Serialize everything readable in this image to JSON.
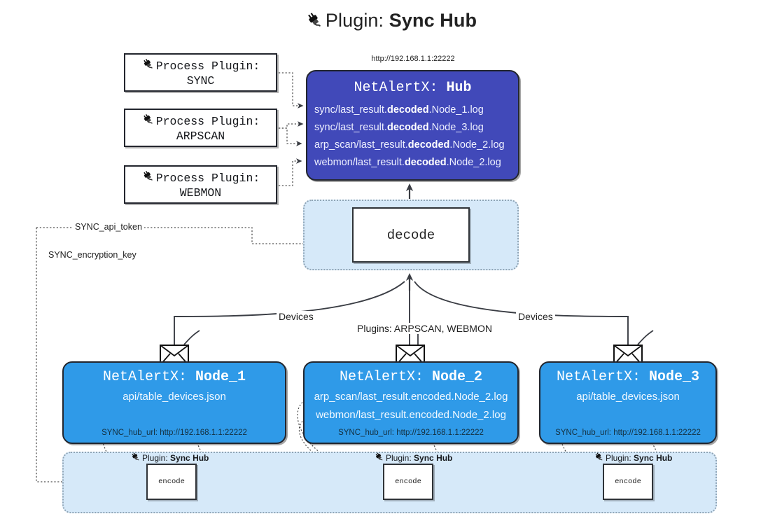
{
  "page": {
    "title_prefix": "Plugin:",
    "title_name": "Sync Hub",
    "plug_icon": "plug-icon"
  },
  "hub": {
    "url": "http://192.168.1.1:22222",
    "title_prefix": "NetAlertX:",
    "title_name": "Hub",
    "logs": [
      {
        "pre": "sync/last_result.",
        "em": "decoded",
        "post": ".Node_1.log"
      },
      {
        "pre": "sync/last_result.",
        "em": "decoded",
        "post": ".Node_3.log"
      },
      {
        "pre": "arp_scan/last_result.",
        "em": "decoded",
        "post": ".Node_2.log"
      },
      {
        "pre": "webmon/last_result.",
        "em": "decoded",
        "post": ".Node_2.log"
      }
    ]
  },
  "process_plugins": [
    {
      "label": "Process Plugin:",
      "name": "SYNC"
    },
    {
      "label": "Process Plugin:",
      "name": "ARPSCAN"
    },
    {
      "label": "Process Plugin:",
      "name": "WEBMON"
    }
  ],
  "decode": {
    "label": "decode"
  },
  "settings_wires": [
    {
      "label": "SYNC_api_token"
    },
    {
      "label": "SYNC_encryption_key"
    }
  ],
  "edge_labels": {
    "devices_left": "Devices",
    "devices_right": "Devices",
    "plugins_center": "Plugins: ARPSCAN, WEBMON"
  },
  "nodes": [
    {
      "title_prefix": "NetAlertX:",
      "title_name": "Node_1",
      "lines": [
        "api/table_devices.json"
      ],
      "footer": "SYNC_hub_url: http://192.168.1.1:22222"
    },
    {
      "title_prefix": "NetAlertX:",
      "title_name": "Node_2",
      "lines": [
        "arp_scan/last_result.encoded.Node_2.log",
        "webmon/last_result.encoded.Node_2.log"
      ],
      "footer": "SYNC_hub_url: http://192.168.1.1:22222"
    },
    {
      "title_prefix": "NetAlertX:",
      "title_name": "Node_3",
      "lines": [
        "api/table_devices.json"
      ],
      "footer": "SYNC_hub_url: http://192.168.1.1:22222"
    }
  ],
  "encoders": [
    {
      "plugin_prefix": "Plugin:",
      "plugin_name": "Sync Hub",
      "label": "encode"
    },
    {
      "plugin_prefix": "Plugin:",
      "plugin_name": "Sync Hub",
      "label": "encode"
    },
    {
      "plugin_prefix": "Plugin:",
      "plugin_name": "Sync Hub",
      "label": "encode"
    }
  ],
  "colors": {
    "hub_fill": "#4149b9",
    "node_fill": "#2f9ae8",
    "panel_fill": "#d6e9f9",
    "stroke": "#23262e"
  }
}
